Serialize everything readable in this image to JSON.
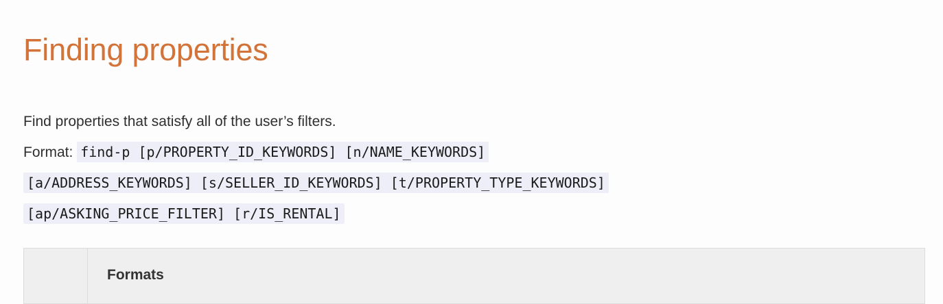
{
  "heading": {
    "title": "Finding properties",
    "color": "#d2743a"
  },
  "description": {
    "text": "Find properties that satisfy all of the user’s filters."
  },
  "format": {
    "label": "Format:",
    "code_lines": [
      "find-p [p/PROPERTY_ID_KEYWORDS] [n/NAME_KEYWORDS]",
      "[a/ADDRESS_KEYWORDS] [s/SELLER_ID_KEYWORDS] [t/PROPERTY_TYPE_KEYWORDS]",
      "[ap/ASKING_PRICE_FILTER] [r/IS_RENTAL]"
    ],
    "code_background": "#eeeef8",
    "full_command": "find-p [p/PROPERTY_ID_KEYWORDS] [n/NAME_KEYWORDS] [a/ADDRESS_KEYWORDS] [s/SELLER_ID_KEYWORDS] [t/PROPERTY_TYPE_KEYWORDS] [ap/ASKING_PRICE_FILTER] [r/IS_RENTAL]"
  },
  "table": {
    "headers": [
      "",
      "Formats"
    ],
    "header_background": "#efefef",
    "border_color": "#dcdcdc",
    "rows": []
  }
}
